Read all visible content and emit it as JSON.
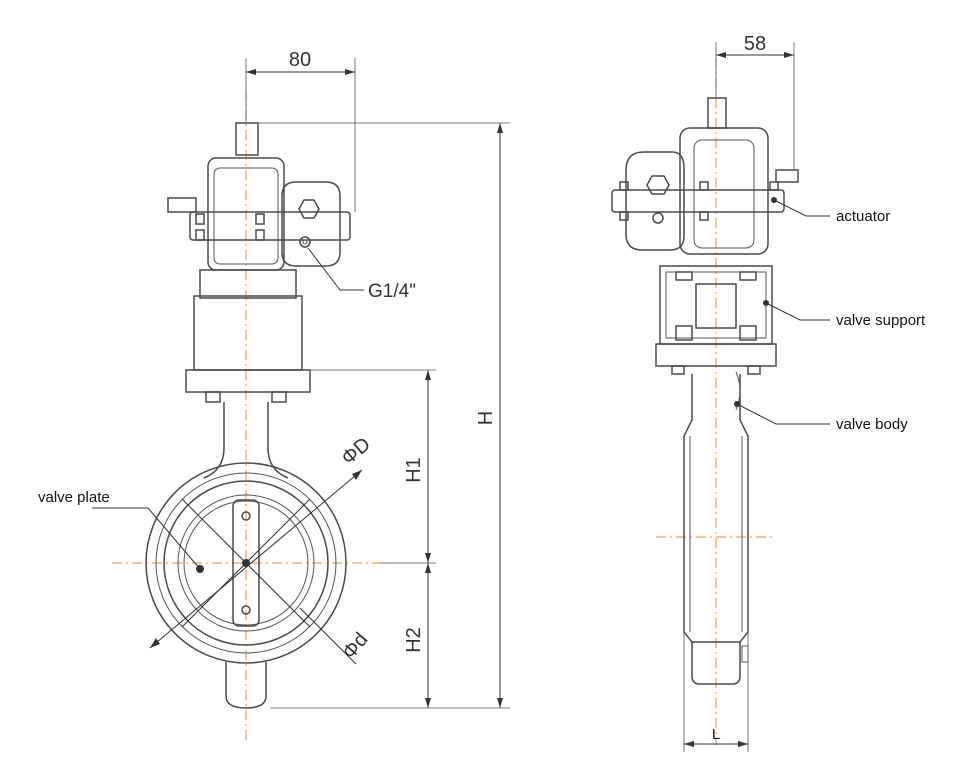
{
  "front_view": {
    "dim_width": "80",
    "dim_height": "H",
    "dim_h1": "H1",
    "dim_h2": "H2",
    "dim_outer_diameter": "ΦD",
    "dim_inner_diameter": "Φd",
    "port_label": "G1/4\"",
    "valve_plate_label": "valve plate"
  },
  "side_view": {
    "dim_width": "58",
    "dim_length": "L",
    "actuator_label": "actuator",
    "valve_support_label": "valve support",
    "valve_body_label": "valve body"
  },
  "colors": {
    "outline": "#4a4a4a",
    "center_line": "#f0a050",
    "dimension": "#333333"
  }
}
